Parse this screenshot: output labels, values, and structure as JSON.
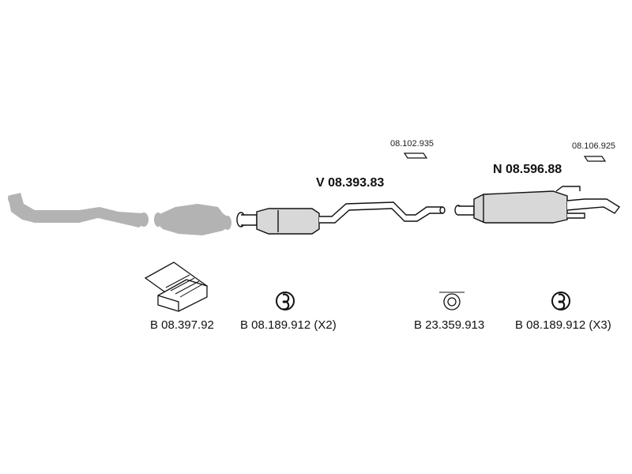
{
  "parts": {
    "front_muffler": {
      "code": "V 08.393.83"
    },
    "rear_muffler": {
      "code": "N 08.596.88"
    },
    "hanger_left": {
      "code": "08.102.935"
    },
    "hanger_right": {
      "code": "08.106.925"
    },
    "mount_kit": {
      "code": "B 08.397.92"
    },
    "rubber_ring_1": {
      "code": "B 08.189.912 (X2)"
    },
    "clamp": {
      "code": "B 23.359.913"
    },
    "rubber_ring_2": {
      "code": "B 08.189.912 (X3)"
    }
  },
  "colors": {
    "line": "#111111",
    "muffler_fill": "#d8d8d8",
    "ghost_fill": "#b3b3b3"
  }
}
